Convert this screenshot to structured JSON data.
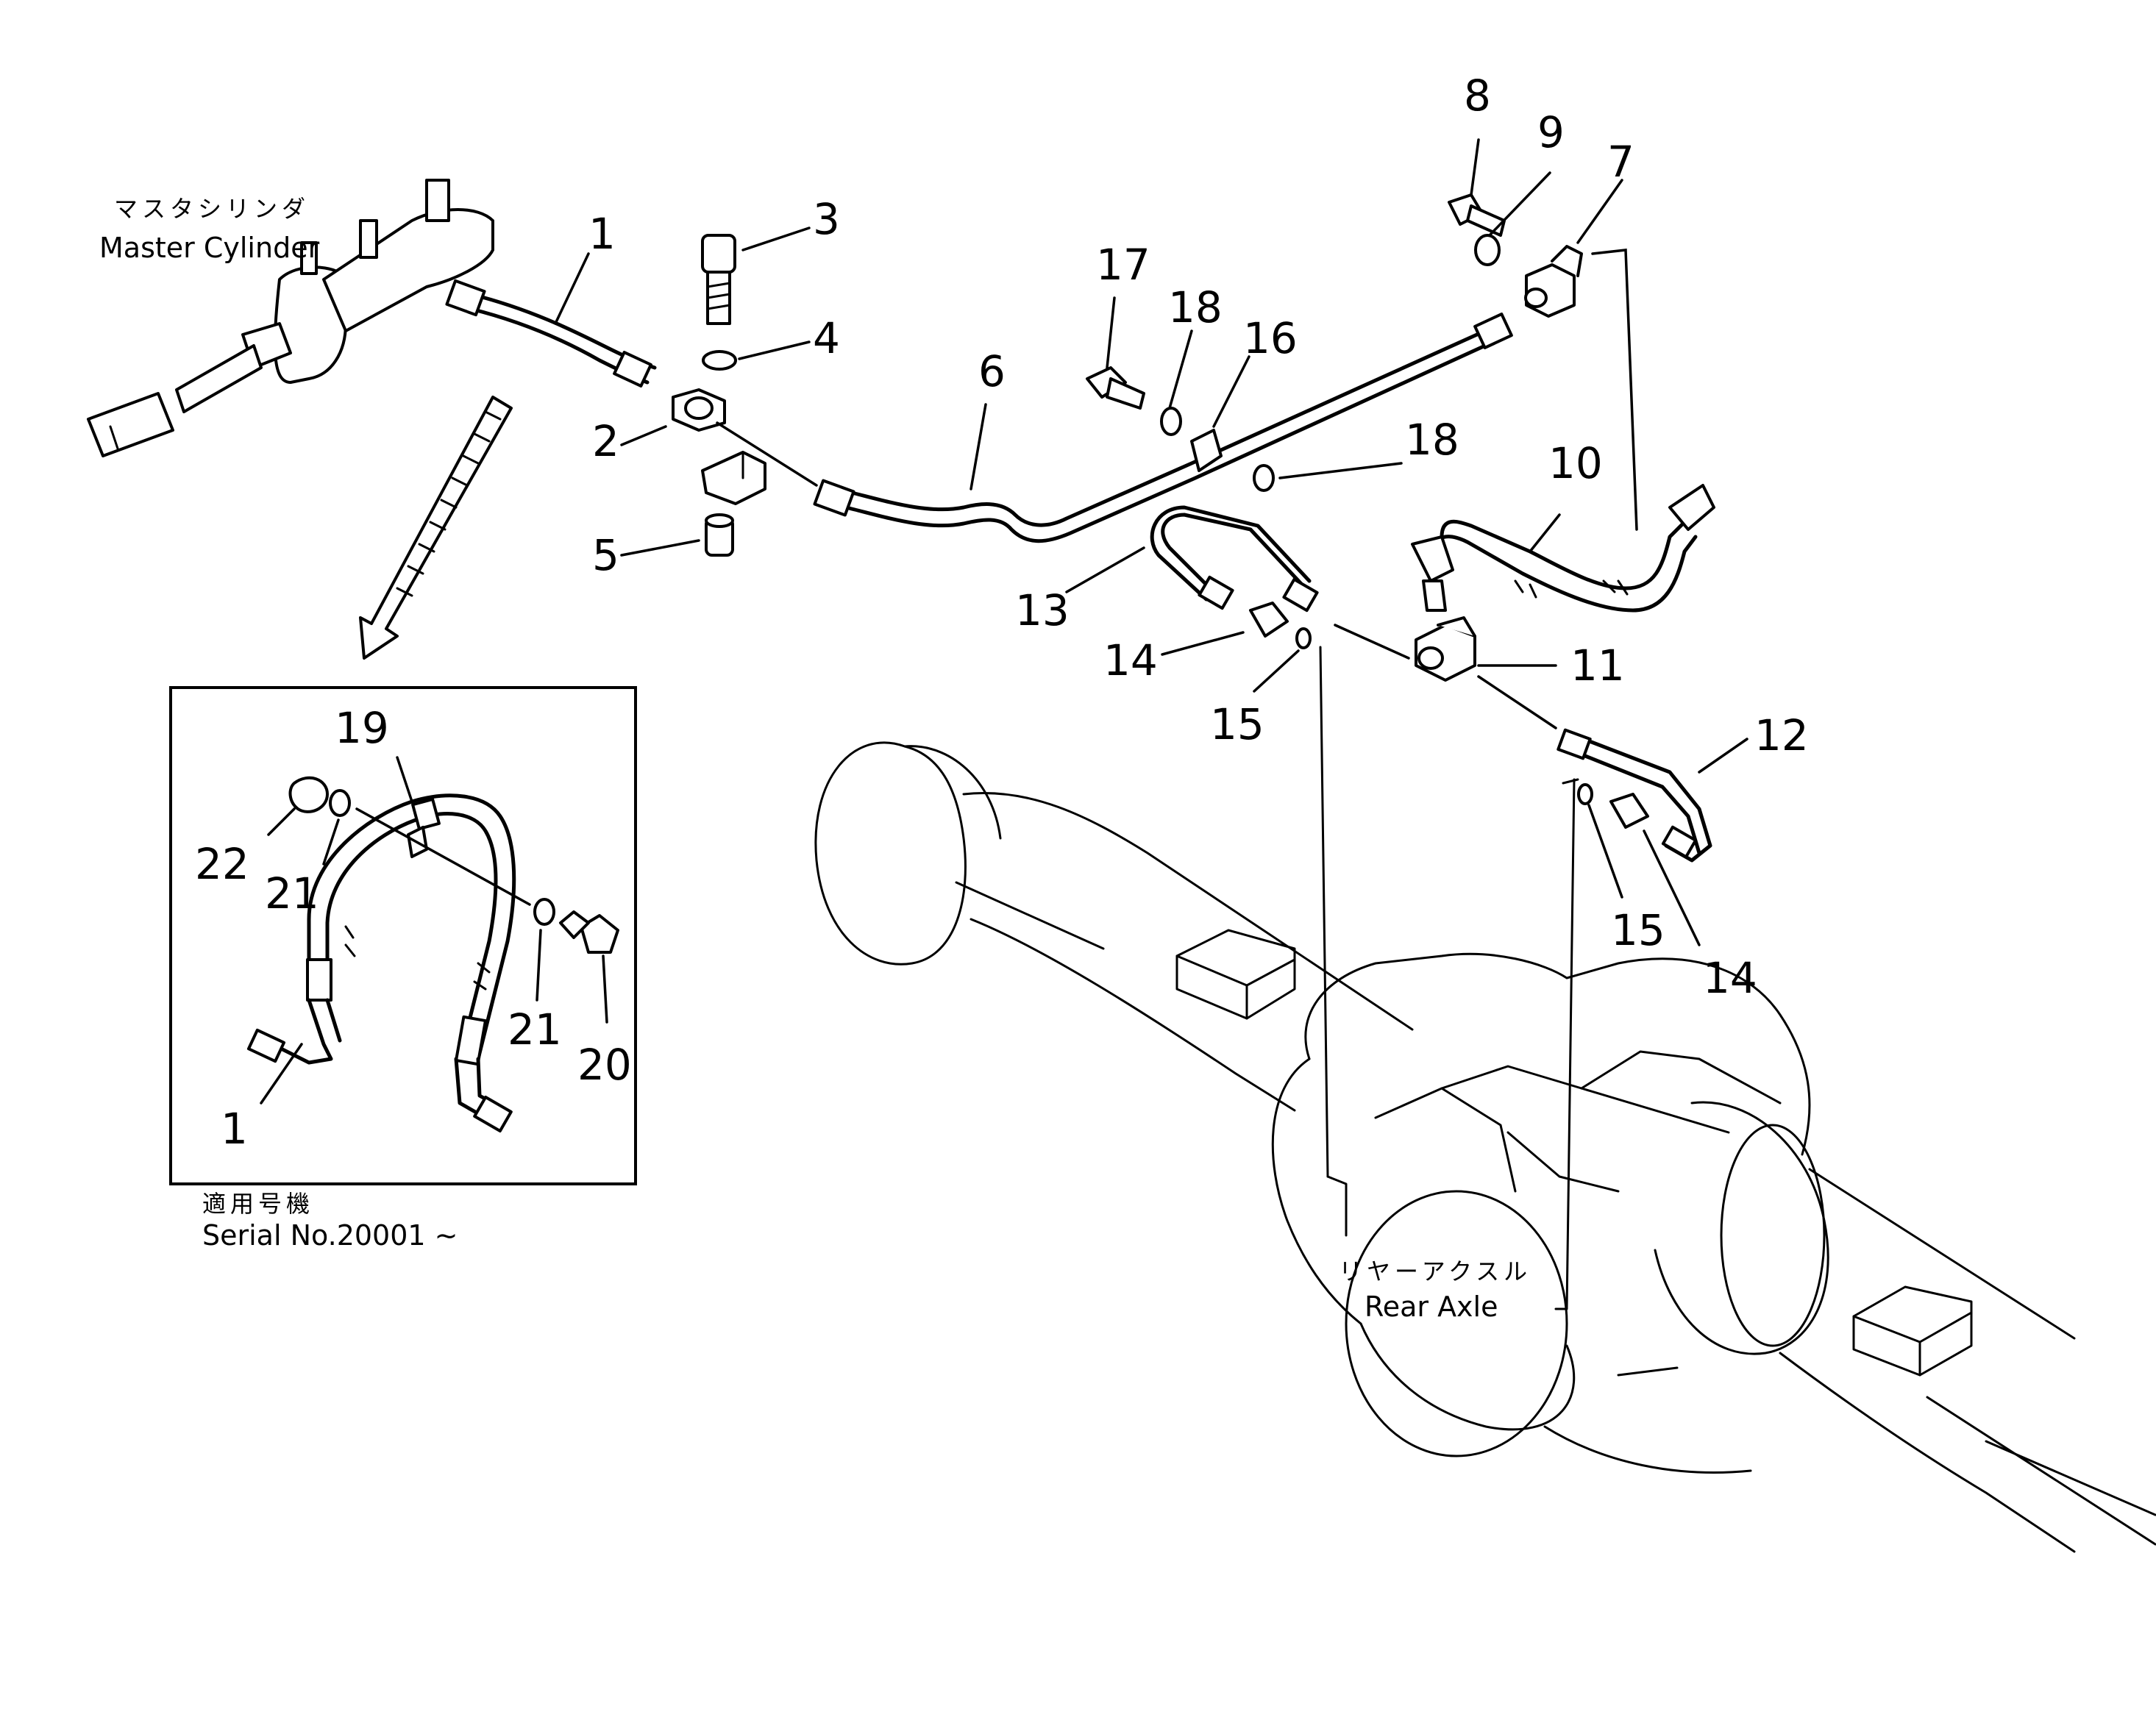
{
  "labels": {
    "master_cylinder_jp": "マスタシリンダ",
    "master_cylinder_en": "Master Cylinder",
    "rear_axle_jp": "リヤーアクスル",
    "rear_axle_en": "Rear Axle",
    "serial_jp": "適用号機",
    "serial_en": "Serial No.20001 ~"
  },
  "callouts": {
    "c1": "1",
    "c2": "2",
    "c3": "3",
    "c4": "4",
    "c5": "5",
    "c6": "6",
    "c7": "7",
    "c8": "8",
    "c9": "9",
    "c10": "10",
    "c11": "11",
    "c12": "12",
    "c13": "13",
    "c14a": "14",
    "c14b": "14",
    "c15a": "15",
    "c15b": "15",
    "c16": "16",
    "c17": "17",
    "c18a": "18",
    "c18b": "18",
    "c19": "19",
    "c20": "20",
    "c21a": "21",
    "c21b": "21",
    "c22": "22",
    "c1b": "1"
  }
}
